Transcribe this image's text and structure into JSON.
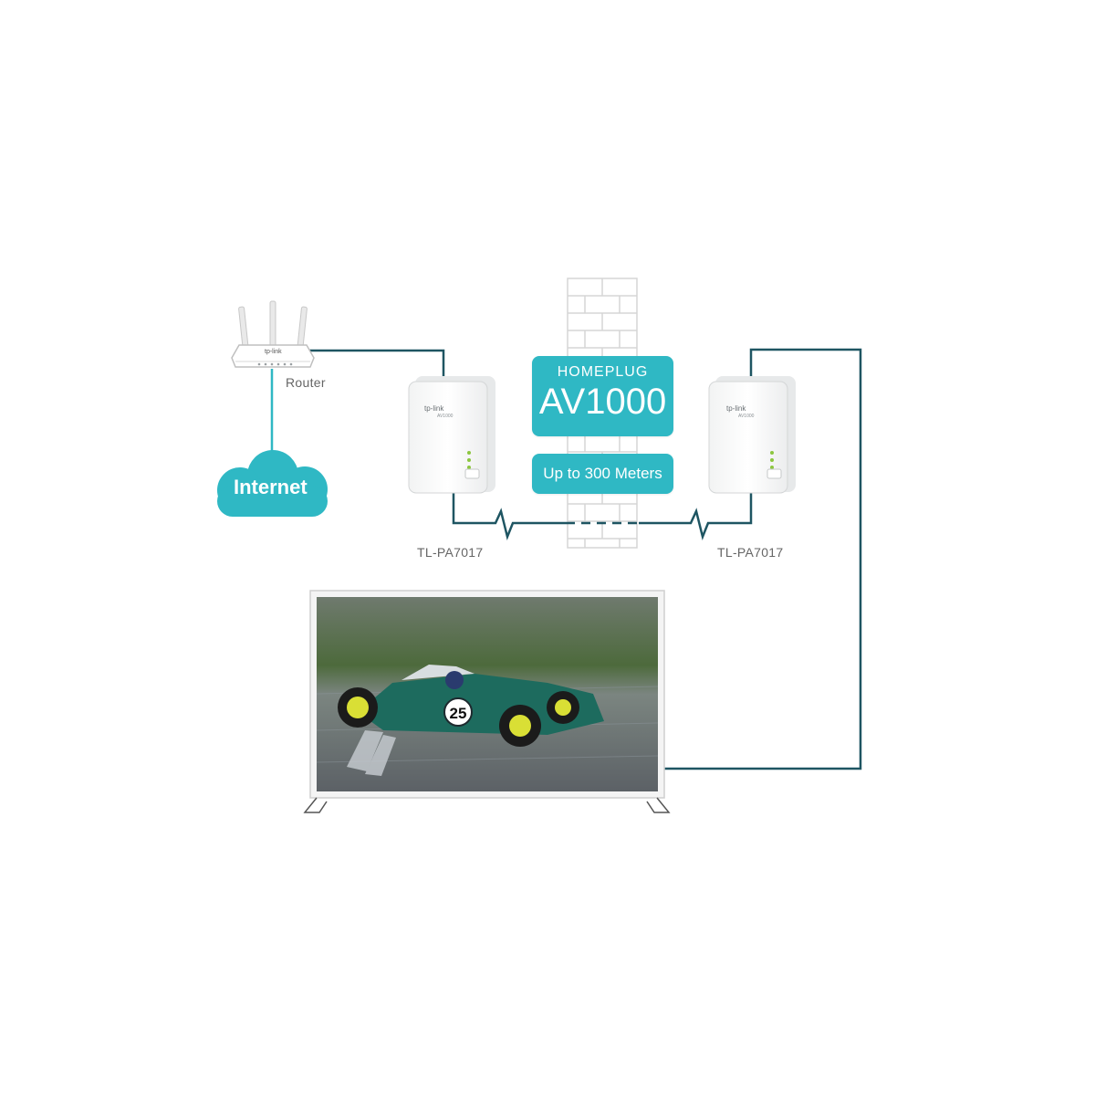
{
  "labels": {
    "router": "Router",
    "internet": "Internet",
    "adapter_left": "TL-PA7017",
    "adapter_right": "TL-PA7017"
  },
  "badges": {
    "standard_line1": "HOMEPLUG",
    "standard_line2": "AV1000",
    "range": "Up to 300 Meters"
  },
  "devices": {
    "brand": "tp-link",
    "model_mark": "AV1000"
  },
  "tv_screen": {
    "car_number": "25"
  },
  "colors": {
    "cable": "#1e5562",
    "accent": "#2fb8c4",
    "device_body": "#f7f8f8",
    "led_green": "#8cc63f"
  }
}
